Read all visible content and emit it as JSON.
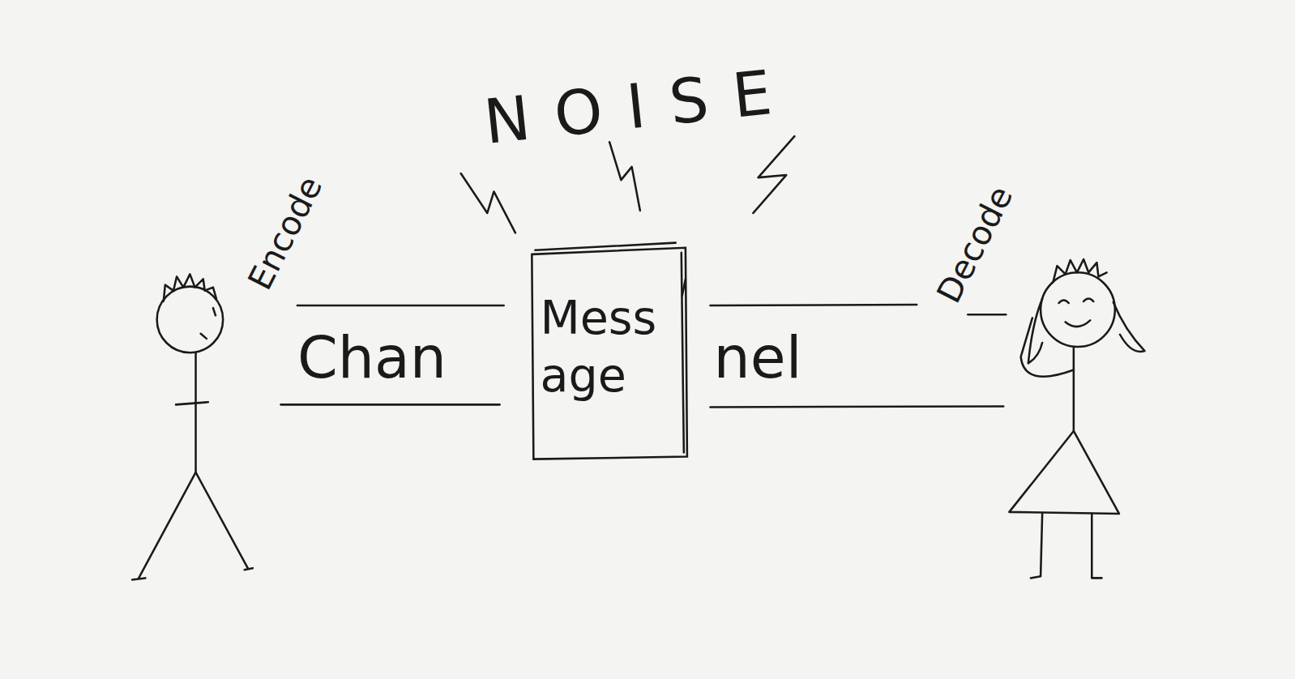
{
  "diagram": {
    "nodes": [
      {
        "text": [
          "Chan",
          "nel"
        ]
      },
      {
        "text": [
          "Mess age"
        ]
      }
    ],
    "labels": [
      "Encode",
      "NOISE",
      "Decode"
    ]
  }
}
